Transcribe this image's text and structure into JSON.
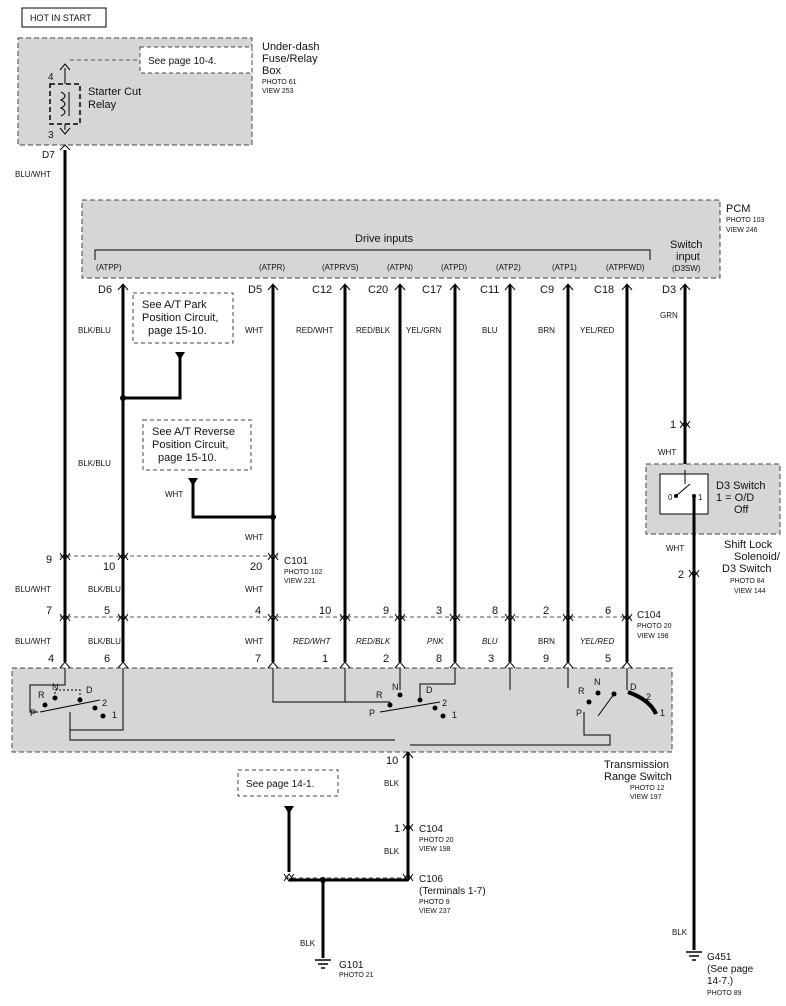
{
  "hot_label": "HOT IN START",
  "fuse_box": {
    "title_lines": [
      "Under-dash",
      "Fuse/Relay",
      "Box"
    ],
    "photo": "PHOTO 61",
    "view": "VIEW 253",
    "see_page": "See page 10-4.",
    "relay_lines": [
      "Starter Cut",
      "Relay"
    ],
    "pin_top": "4",
    "pin_bottom": "3",
    "out_connector": "D7",
    "out_wire": "BLU/WHT"
  },
  "pcm": {
    "title": "PCM",
    "photo": "PHOTO 103",
    "view": "VIEW 246",
    "drive_inputs": "Drive inputs",
    "switch_input_lines": [
      "Switch",
      "input",
      "(D3SW)"
    ],
    "signals": [
      "(ATPP)",
      "(ATPR)",
      "(ATPRVS)",
      "(ATPN)",
      "(ATPD)",
      "(ATP2)",
      "(ATP1)",
      "(ATPFWD)"
    ],
    "pins": [
      "D6",
      "D5",
      "C12",
      "C20",
      "C17",
      "C11",
      "C9",
      "C18",
      "D3"
    ],
    "wires_top": [
      "BLK/BLU",
      "WHT",
      "RED/WHT",
      "RED/BLK",
      "YEL/GRN",
      "BLU",
      "BRN",
      "YEL/RED",
      "GRN"
    ]
  },
  "notes": {
    "park_lines": [
      "See A/T Park",
      "Position Circuit,",
      "page 15-10."
    ],
    "reverse_lines": [
      "See A/T Reverse",
      "Position Circuit,",
      "page 15-10."
    ],
    "page14": "See page 14-1."
  },
  "mid_labels": {
    "blk_blu_left": "BLK/BLU",
    "wht_branch": "WHT",
    "wht_d5": "WHT"
  },
  "c101": {
    "name": "C101",
    "photo": "PHOTO 102",
    "view": "VIEW 221",
    "pins": [
      "9",
      "10",
      "20"
    ],
    "wires_below": [
      "BLU/WHT",
      "BLK/BLU",
      "WHT"
    ]
  },
  "c104_top": {
    "name": "C104",
    "photo": "PHOTO 20",
    "view": "VIEW 198",
    "pins": [
      "7",
      "5",
      "4",
      "10",
      "9",
      "3",
      "8",
      "2",
      "6"
    ],
    "wires_below": [
      "BLU/WHT",
      "BLK/BLU",
      "WHT",
      "RED/WHT",
      "RED/BLK",
      "PNK",
      "BLU",
      "BRN",
      "YEL/RED"
    ]
  },
  "trs": {
    "pins": [
      "4",
      "6",
      "7",
      "1",
      "2",
      "8",
      "3",
      "9",
      "5"
    ],
    "title_lines": [
      "Transmission",
      "Range Switch"
    ],
    "photo": "PHOTO 12",
    "view": "VIEW 197",
    "bottom_pin": "10",
    "bottom_wire": "BLK",
    "letters": [
      "N",
      "R",
      "D",
      "P",
      "2",
      "1"
    ]
  },
  "c104_bottom": {
    "pin": "1",
    "name": "C104",
    "photo": "PHOTO 20",
    "view": "VIEW 198",
    "wire": "BLK"
  },
  "c106": {
    "name": "C106",
    "sub": "(Terminals 1-7)",
    "photo": "PHOTO 9",
    "view": "VIEW 237"
  },
  "g101": {
    "wire": "BLK",
    "name": "G101",
    "photo": "PHOTO 21"
  },
  "d3switch": {
    "pin_top": "1",
    "wire_top": "WHT",
    "box_lines": [
      "D3 Switch",
      "1 = O/D",
      "Off"
    ],
    "o_label": "0",
    "one_label": "1",
    "wire_bottom": "WHT",
    "pin_bottom": "2",
    "title_lines": [
      "Shift Lock",
      "Solenoid/",
      "D3 Switch"
    ],
    "photo": "PHOTO 84",
    "view": "VIEW 144",
    "wire_ground": "BLK"
  },
  "g451": {
    "name": "G451",
    "see_lines": [
      "(See page",
      "14-7.)"
    ],
    "photo": "PHOTO 89"
  }
}
